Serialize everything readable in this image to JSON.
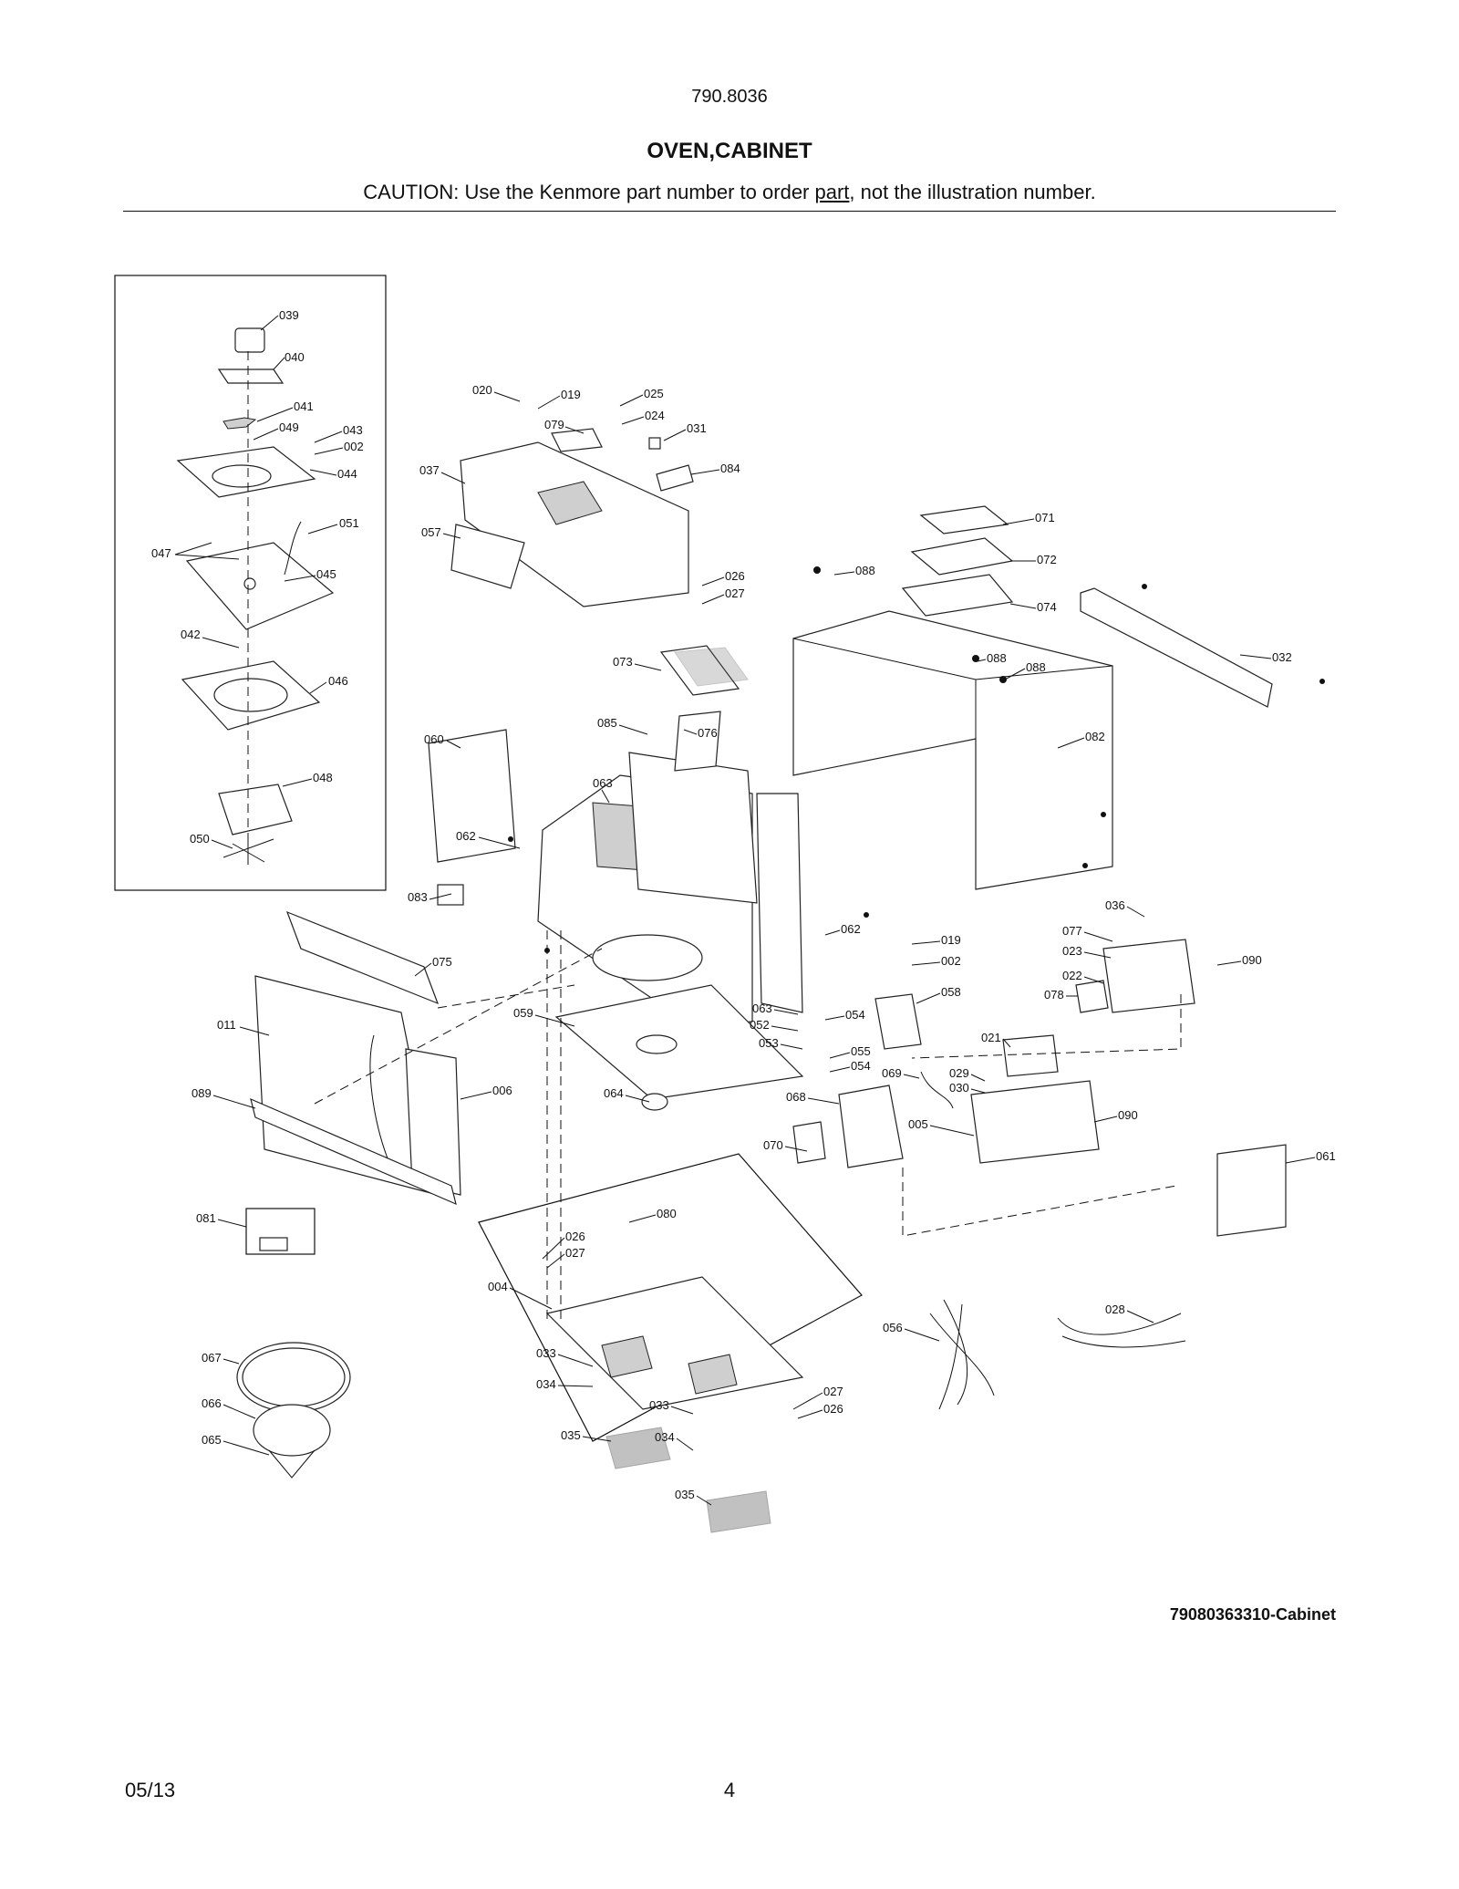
{
  "header": {
    "model": "790.8036",
    "title": "OVEN,CABINET",
    "caution_before": "CAUTION: Use the Kenmore part number to order ",
    "caution_link": "part",
    "caution_after": ", not the illustration number."
  },
  "diagram": {
    "callouts": [
      "039",
      "040",
      "041",
      "049",
      "043",
      "002",
      "044",
      "051",
      "047",
      "045",
      "042",
      "046",
      "048",
      "050",
      "020",
      "019",
      "025",
      "024",
      "079",
      "031",
      "084",
      "037",
      "057",
      "026",
      "027",
      "071",
      "072",
      "074",
      "088",
      "088",
      "088",
      "032",
      "073",
      "085",
      "076",
      "060",
      "063",
      "082",
      "062",
      "083",
      "075",
      "062",
      "011",
      "059",
      "064",
      "089",
      "006",
      "036",
      "077",
      "023",
      "022",
      "078",
      "090",
      "019",
      "002",
      "058",
      "063",
      "052",
      "053",
      "054",
      "055",
      "054",
      "021",
      "069",
      "029",
      "030",
      "068",
      "005",
      "090",
      "070",
      "061",
      "081",
      "080",
      "026",
      "027",
      "004",
      "033",
      "034",
      "035",
      "027",
      "026",
      "033",
      "034",
      "035",
      "056",
      "028",
      "067",
      "066",
      "065"
    ],
    "drawing_id": "79080363310-Cabinet"
  },
  "footer": {
    "date": "05/13",
    "page": "4"
  }
}
